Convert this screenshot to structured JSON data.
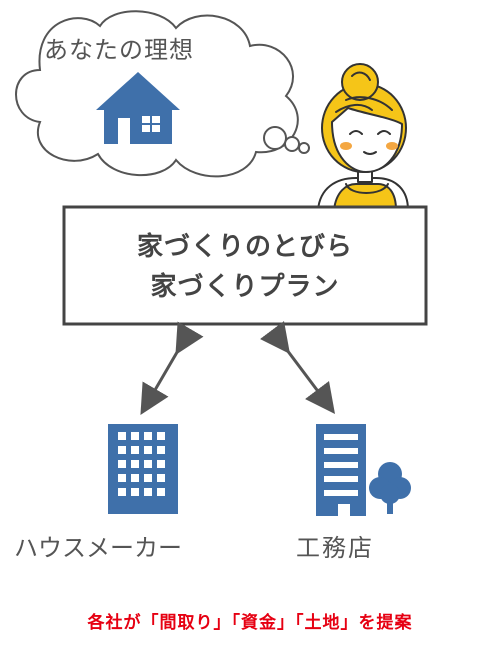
{
  "cloud": {
    "text": "あなたの理想"
  },
  "box": {
    "line1": "家づくりのとびら",
    "line2": "家づくりプラン"
  },
  "labels": {
    "maker": "ハウスメーカー",
    "shop": "工務店"
  },
  "footer": {
    "text": "各社が「間取り」「資金」「土地」を提案"
  },
  "colors": {
    "accent_blue": "#3f70aa",
    "footer_red": "#e60012",
    "hair_yellow": "#f5c518",
    "shirt_yellow": "#f5c518",
    "cheek_orange": "#f4a742",
    "arrow_gray": "#555555"
  },
  "icons": {
    "cloud": "thought-cloud-icon",
    "house": "house-icon",
    "person": "woman-icon",
    "maker_building": "office-building-icon",
    "shop_building": "building-with-tree-icon",
    "arrows": "bidirectional-arrow-icon"
  }
}
